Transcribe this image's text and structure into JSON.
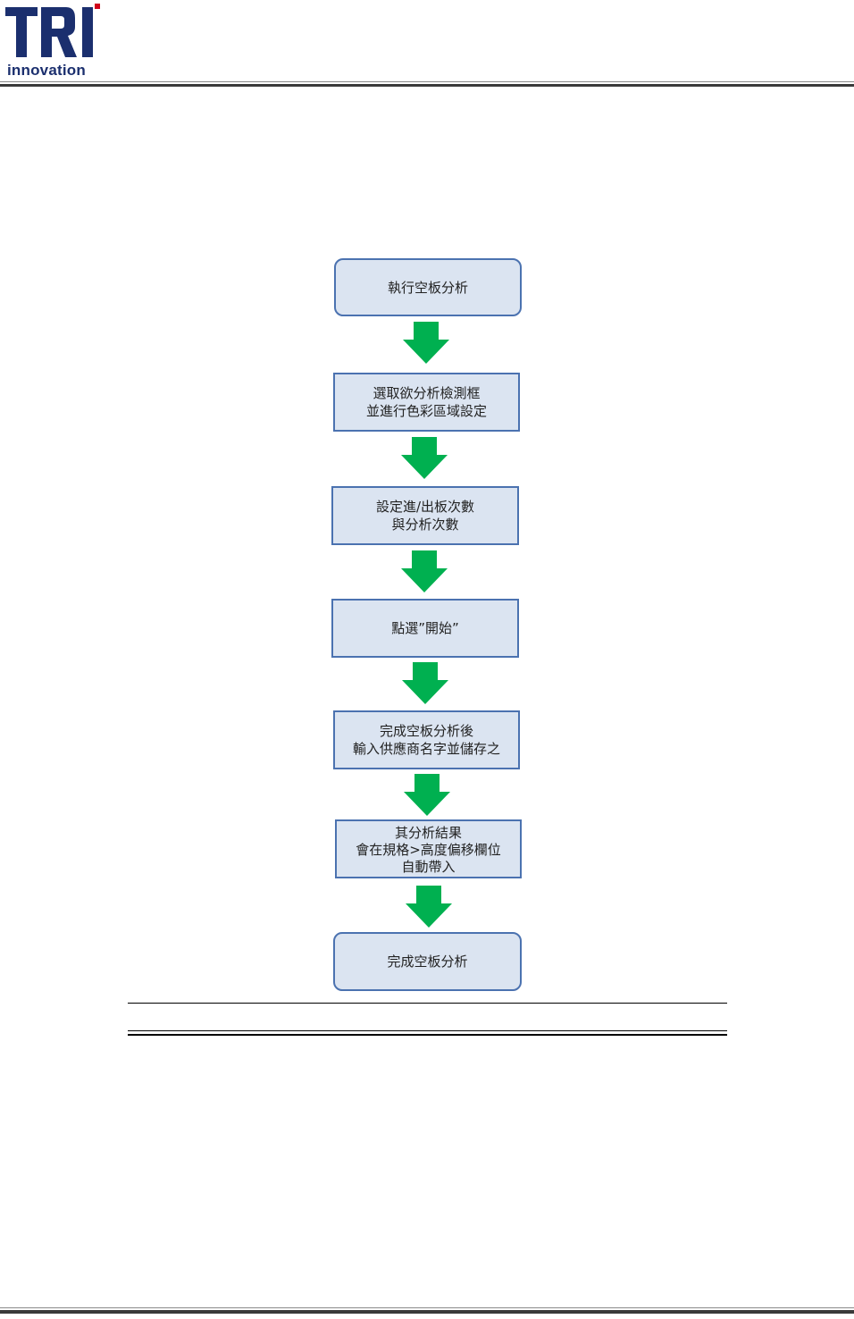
{
  "header": {
    "logo_text": "innovation",
    "brand_color": "#1b2f6e"
  },
  "flowchart": {
    "box_fill": "#dbe4f1",
    "box_border": "#4b72b0",
    "arrow_color": "#00b050",
    "steps": [
      {
        "lines": [
          "執行空板分析"
        ]
      },
      {
        "lines": [
          "選取欲分析檢測框",
          "並進行色彩區域設定"
        ]
      },
      {
        "lines": [
          "設定進/出板次數",
          "與分析次數"
        ]
      },
      {
        "lines": [
          "點選”開始”"
        ]
      },
      {
        "lines": [
          "完成空板分析後",
          "輸入供應商名字並儲存之"
        ]
      },
      {
        "lines": [
          "其分析結果",
          "會在規格>高度偏移欄位",
          "自動帶入"
        ]
      },
      {
        "lines": [
          "完成空板分析"
        ]
      }
    ]
  }
}
